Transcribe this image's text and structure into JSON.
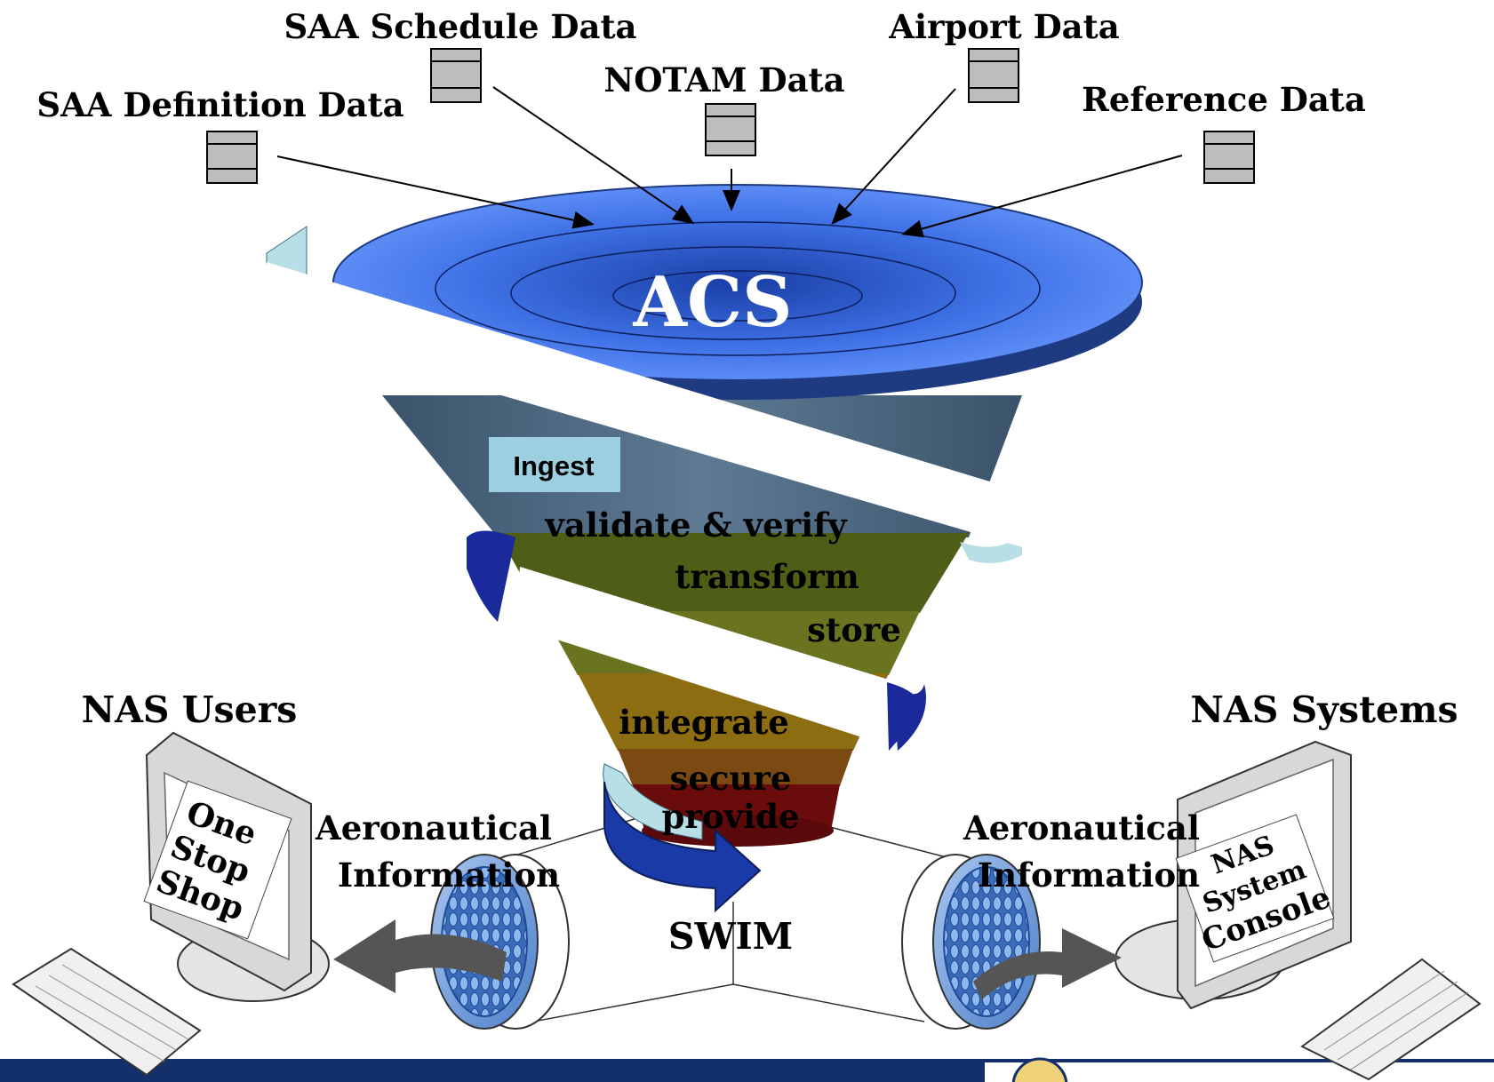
{
  "sources": {
    "saa_definition": "SAA Definition Data",
    "saa_schedule": "SAA Schedule Data",
    "notam": "NOTAM Data",
    "airport": "Airport Data",
    "reference": "Reference Data"
  },
  "funnel": {
    "title": "ACS",
    "stages": {
      "ingest": "Ingest",
      "validate": "validate & verify",
      "transform": "transform",
      "store": "store",
      "integrate": "integrate",
      "secure": "secure",
      "provide": "provide"
    }
  },
  "swim": "SWIM",
  "left": {
    "heading": "NAS Users",
    "flow_line1": "Aeronautical",
    "flow_line2": "Information",
    "screen_lines": [
      "One",
      "Stop",
      "Shop"
    ]
  },
  "right": {
    "heading": "NAS Systems",
    "flow_line1": "Aeronautical",
    "flow_line2": "Information",
    "screen_lines": [
      "NAS",
      "System",
      "Console"
    ]
  },
  "colors": {
    "disc_blue": "#4f7ff0",
    "disc_rim": "#2e4f9f",
    "band_slate": "#4e6a84",
    "band_olive": "#5b6a1a",
    "band_brown": "#7a4a12",
    "band_maroon": "#6a0c0c",
    "footer_navy": "#14306b",
    "ingest_bg": "#9ccfdf",
    "arrow_gray": "#555555"
  }
}
